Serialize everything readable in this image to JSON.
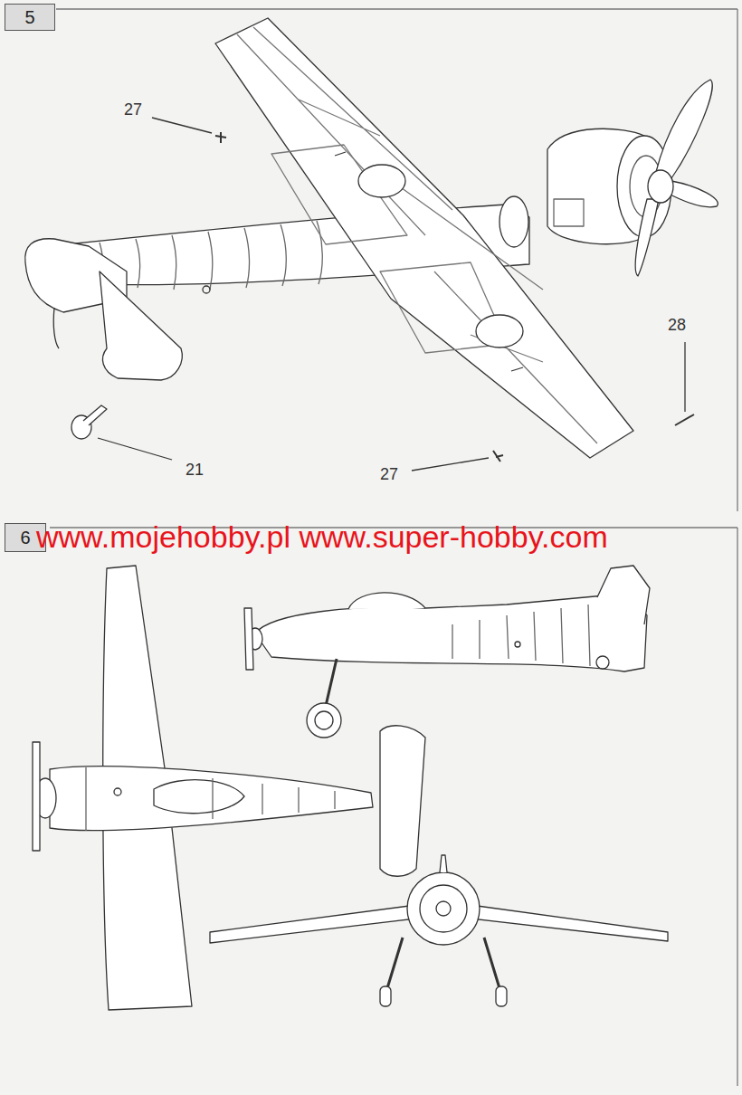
{
  "diagram": {
    "nodes": [
      {
        "text": [
          "5"
        ]
      },
      {
        "text": [
          "6"
        ]
      }
    ],
    "labels": [
      "27",
      "28",
      "21",
      "27",
      "www.mojehobby.pl www.super-hobby.com"
    ]
  }
}
